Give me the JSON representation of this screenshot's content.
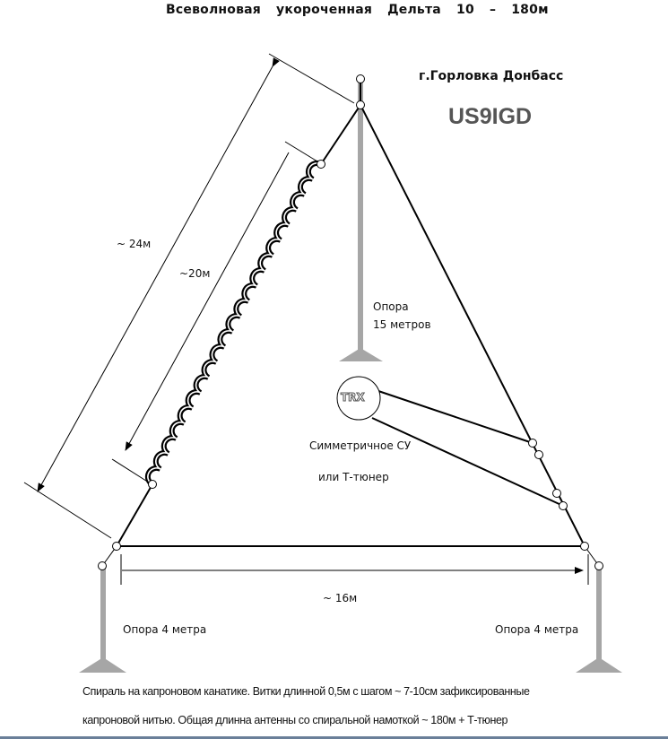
{
  "title": "Всеволновая укороченная Дельта 10 – 180м",
  "location": "г.Горловка Донбасс",
  "callsign": "US9IGD",
  "labels": {
    "side_length": "~ 24м",
    "coil_length": "~20м",
    "base_length": "~ 16м",
    "top_mast_line1": "Опора",
    "top_mast_line2": "15 метров",
    "left_mast": "Опора 4 метра",
    "right_mast": "Опора 4 метра",
    "trx": "TRX",
    "tuner_line1": "Симметричное СУ",
    "tuner_line2": "или Т-тюнер"
  },
  "notes": [
    "Спираль на капроновом канатике. Витки длинной 0,5м с шагом ~ 7-10см зафиксированные",
    "капроновой нитью. Общая длинна антенны со спиральной намоткой   ~ 180м + Т-тюнер"
  ],
  "colors": {
    "mast": "#a6a6a6",
    "wire": "#000000",
    "callsign": "#555555"
  }
}
